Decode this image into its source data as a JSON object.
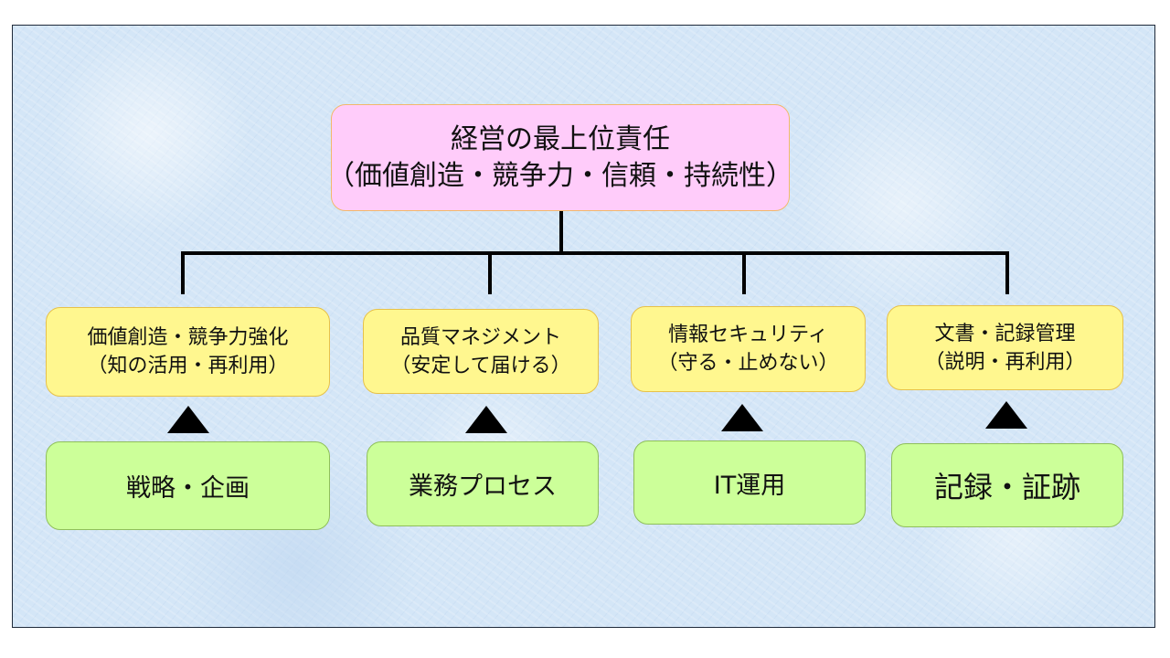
{
  "diagram": {
    "top": {
      "line1": "経営の最上位責任",
      "line2": "（価値創造・競争力・信頼・持続性）"
    },
    "pillars": [
      {
        "goal": {
          "line1": "価値創造・競争力強化",
          "line2": "（知の活用・再利用）"
        },
        "foundation": "戦略・企画"
      },
      {
        "goal": {
          "line1": "品質マネジメント",
          "line2": "（安定して届ける）"
        },
        "foundation": "業務プロセス"
      },
      {
        "goal": {
          "line1": "情報セキュリティ",
          "line2": "（守る・止めない）"
        },
        "foundation": "IT運用"
      },
      {
        "goal": {
          "line1": "文書・記録管理",
          "line2": "（説明・再利用）"
        },
        "foundation": "記録・証跡"
      }
    ],
    "colors": {
      "top_fill": "#ffccfa",
      "goal_fill": "#fff78f",
      "foundation_fill": "#ccff99",
      "background": "#d4e6f7",
      "connector": "#000000"
    }
  }
}
